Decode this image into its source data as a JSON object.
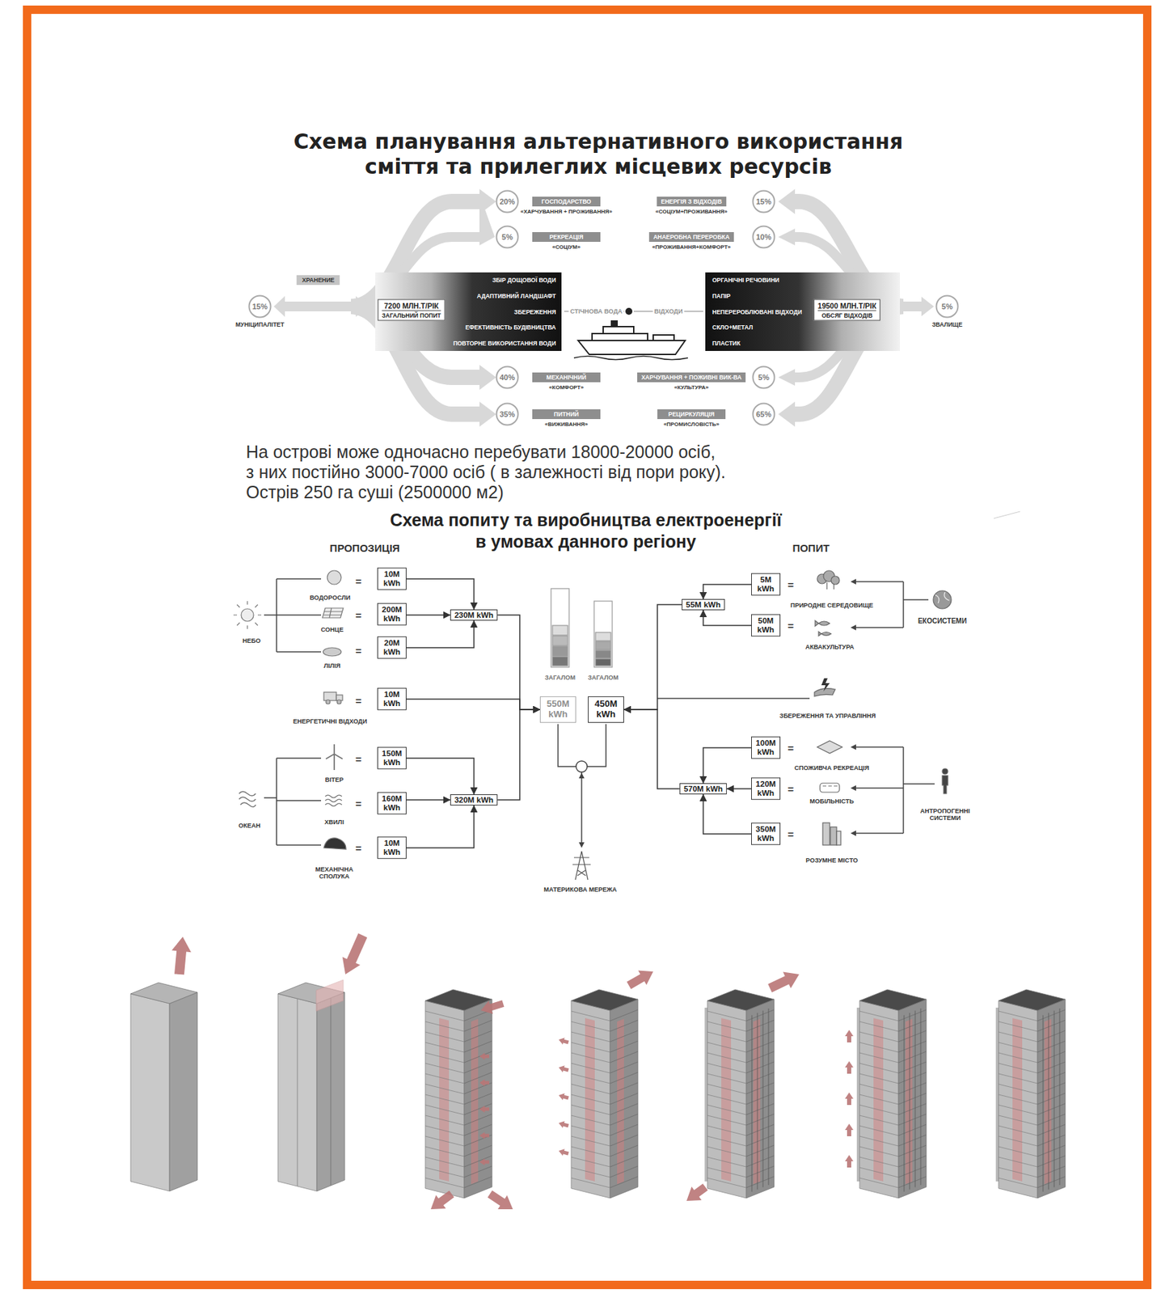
{
  "diagram": {
    "title": "Схема планування альтернативного використання сміття та прилеглих місцевих ресурсів",
    "nodes": [
      {
        "text": [
          "15%",
          "МУНІЦИПАЛІТЕТ"
        ]
      },
      {
        "text": [
          "ХРАНЕНИЕ"
        ]
      },
      {
        "text": [
          "ЗБІР ДОЩОВОЇ ВОДИ",
          "АДАПТИВНИЙ ЛАНДШАФТ",
          "ЗБЕРЕЖЕННЯ",
          "ЕФЕКТИВНІСТЬ БУДІВНИЦТВА",
          "ПОВТОРНЕ ВИКОРИСТАННЯ ВОДИ"
        ]
      },
      {
        "text": [
          "7200 МЛН.Т/РІК",
          "ЗАГАЛЬНИЙ ПОПИТ"
        ],
        "in": 2
      },
      {
        "text": [
          "20%"
        ]
      },
      {
        "text": [
          "ГОСПОДАРСТВО",
          "«ХАРЧУВАННЯ + ПРОЖИВАННЯ»"
        ]
      },
      {
        "text": [
          "5%"
        ]
      },
      {
        "text": [
          "РЕКРЕАЦІЯ",
          "«СОЦІУМ»"
        ]
      },
      {
        "text": [
          "ЕНЕРГІЯ З ВІДХОДІВ",
          "«СОЦІУМ+ПРОЖИВАННЯ»"
        ]
      },
      {
        "text": [
          "15%"
        ]
      },
      {
        "text": [
          "АНАЕРОБНА ПЕРЕРОБКА",
          "«ПРОЖИВАННЯ+КОМФОРТ»"
        ]
      },
      {
        "text": [
          "10%"
        ]
      },
      {
        "text": [
          "ОРГАНІЧНІ РЕЧОВИНИ",
          "ПАПІР",
          "НЕПЕРЕРОБЛЮВАНІ ВІДХОДИ",
          "СКЛО+МЕТАЛ",
          "ПЛАСТИК"
        ]
      },
      {
        "text": [
          "19500 МЛН.Т/РІК",
          "ОБСЯГ ВІДХОДІВ"
        ],
        "in": 12
      },
      {
        "text": [
          "5%",
          "ЗВАЛИЩЕ"
        ]
      },
      {
        "text": [
          "40%"
        ]
      },
      {
        "text": [
          "МЕХАНІЧНИЙ",
          "«КОМФОРТ»"
        ]
      },
      {
        "text": [
          "ХАРЧУВАННЯ + ПОЖИВНІ ВИК-ВА",
          "«КУЛЬТУРА»"
        ]
      },
      {
        "text": [
          "5%"
        ]
      },
      {
        "text": [
          "35%"
        ]
      },
      {
        "text": [
          "ПИТНИЙ",
          "«ВИЖИВАННЯ»"
        ]
      },
      {
        "text": [
          "РЕЦИРКУЛЯЦІЯ",
          "«ПРОМИСЛОВІСТЬ»"
        ]
      },
      {
        "text": [
          "65%"
        ]
      },
      {
        "text": [
          "10M kWh"
        ]
      },
      {
        "text": [
          "200M kWh"
        ]
      },
      {
        "text": [
          "20M kWh"
        ]
      },
      {
        "text": [
          "230M kWh"
        ]
      },
      {
        "text": [
          "10M kWh"
        ]
      },
      {
        "text": [
          "150M kWh"
        ]
      },
      {
        "text": [
          "160M kWh"
        ]
      },
      {
        "text": [
          "10M kWh"
        ]
      },
      {
        "text": [
          "320M kWh"
        ]
      },
      {
        "text": [
          "550M kWh"
        ]
      },
      {
        "text": [
          "450M kWh"
        ]
      },
      {
        "text": [
          "5M kWh"
        ]
      },
      {
        "text": [
          "55M kWh"
        ]
      },
      {
        "text": [
          "50M kWh"
        ]
      },
      {
        "text": [
          "100M kWh"
        ]
      },
      {
        "text": [
          "570M kWh"
        ]
      },
      {
        "text": [
          "120M kWh"
        ]
      },
      {
        "text": [
          "350M kWh"
        ]
      }
    ],
    "edges": [
      {
        "from": 23,
        "to": 26,
        "arrow": "to"
      },
      {
        "from": 24,
        "to": 26,
        "arrow": "to"
      },
      {
        "from": 25,
        "to": 26,
        "arrow": "to"
      },
      {
        "from": 26,
        "to": 32,
        "arrow": "to"
      },
      {
        "from": 27,
        "to": 32,
        "arrow": "to"
      },
      {
        "from": 28,
        "to": 31,
        "arrow": "to"
      },
      {
        "from": 29,
        "to": 31,
        "arrow": "to"
      },
      {
        "from": 30,
        "to": 31,
        "arrow": "to"
      },
      {
        "from": 31,
        "to": 32,
        "arrow": "to"
      },
      {
        "from": 34,
        "to": 35,
        "arrow": "to"
      },
      {
        "from": 36,
        "to": 35,
        "arrow": "to"
      },
      {
        "from": 35,
        "to": 33,
        "arrow": "to"
      },
      {
        "from": 37,
        "to": 38,
        "arrow": "to"
      },
      {
        "from": 39,
        "to": 38,
        "arrow": "to"
      },
      {
        "from": 40,
        "to": 38,
        "arrow": "to"
      },
      {
        "from": 38,
        "to": 33,
        "arrow": "to"
      }
    ],
    "labels": [
      "СТІЧНОВА ВОДА",
      "ВІДХОДИ",
      "На острові може одночасно перебувати 18000-20000 осіб,",
      "з них постійно 3000-7000 осіб ( в залежності від пори року).",
      "Острів 250 га суші (2500000 м2)",
      "Схема попиту та виробництва електроенергії",
      "в умовах данного регіону",
      "ПРОПОЗИЦІЯ",
      "ПОПИТ",
      "НЕБО",
      "ВОДОРОСЛИ",
      "=",
      "СОНЦЕ",
      "=",
      "ЛІЛІЯ",
      "=",
      "ЕНЕРГЕТИЧНІ ВІДХОДИ",
      "=",
      "ОКЕАН",
      "ВІТЕР",
      "=",
      "ХВИЛІ",
      "=",
      "МЕХАНІЧНА СПОЛУКА",
      "=",
      "ЗАГАЛОМ",
      "ЗАГАЛОМ",
      "МАТЕРИКОВА МЕРЕЖА",
      "=",
      "ПРИРОДНЕ СЕРЕДОВИЩЕ",
      "=",
      "АКВАКУЛЬТУРА",
      "ЕКОСИСТЕМИ",
      "ЗБЕРЕЖЕННЯ ТА УПРАВЛІННЯ",
      "=",
      "СПОЖИВЧА РЕКРЕАЦІЯ",
      "=",
      "МОБІЛЬНІСТЬ",
      "=",
      "РОЗУМНЕ МІСТО",
      "АНТРОПОГЕННІ СИСТЕМИ"
    ]
  }
}
